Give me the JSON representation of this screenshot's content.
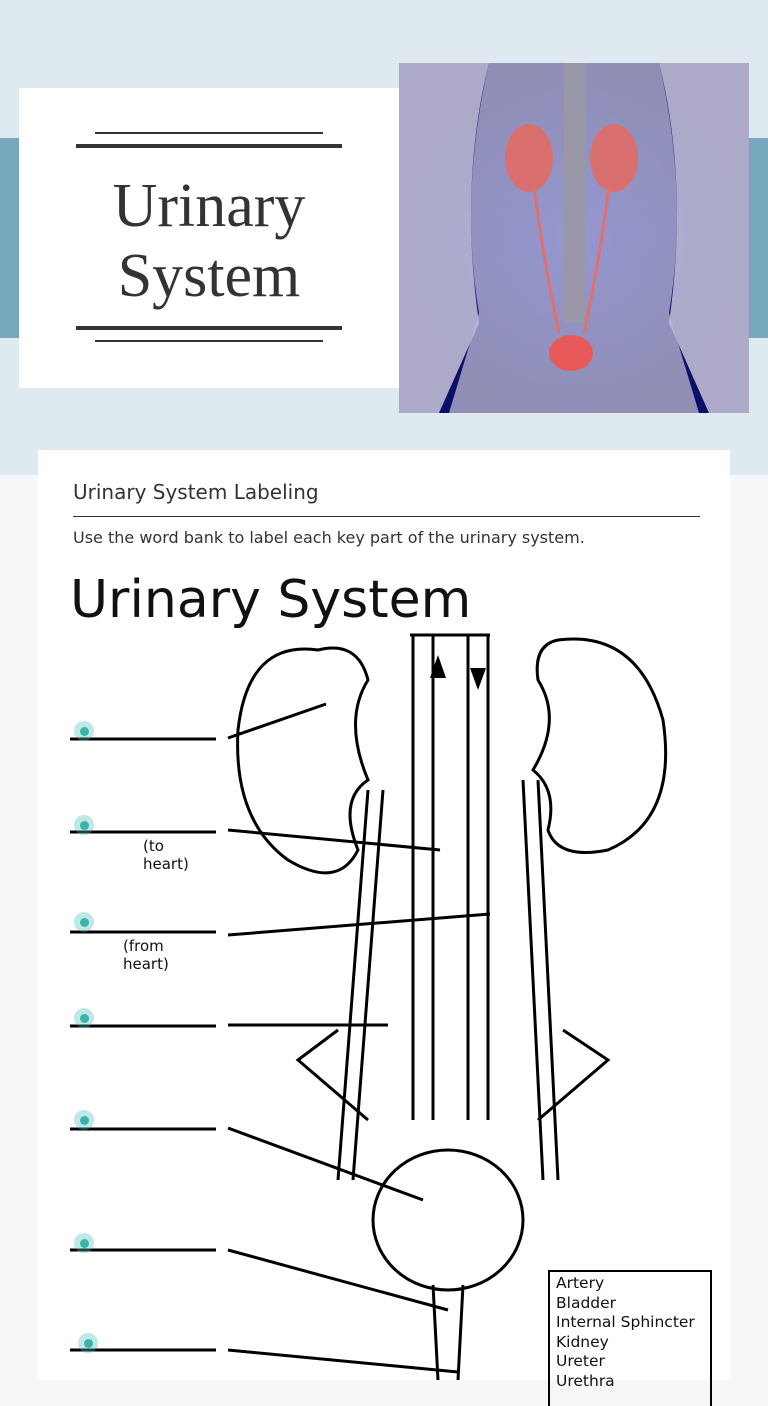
{
  "header": {
    "title_line1": "Urinary",
    "title_line2": "System"
  },
  "worksheet": {
    "heading": "Urinary System Labeling",
    "instructions": "Use the word bank to label each key part of the urinary system.",
    "diagram_title": "Urinary System",
    "sublabels": [
      "(to heart)",
      "(from heart)"
    ],
    "word_bank": [
      "Artery",
      "Bladder",
      "Internal Sphincter",
      "Kidney",
      "Ureter",
      "Urethra"
    ]
  },
  "colors": {
    "hero_bg": "#dfeaf0",
    "band": "#77a7bd",
    "hotspot": "#3bb3ad"
  }
}
